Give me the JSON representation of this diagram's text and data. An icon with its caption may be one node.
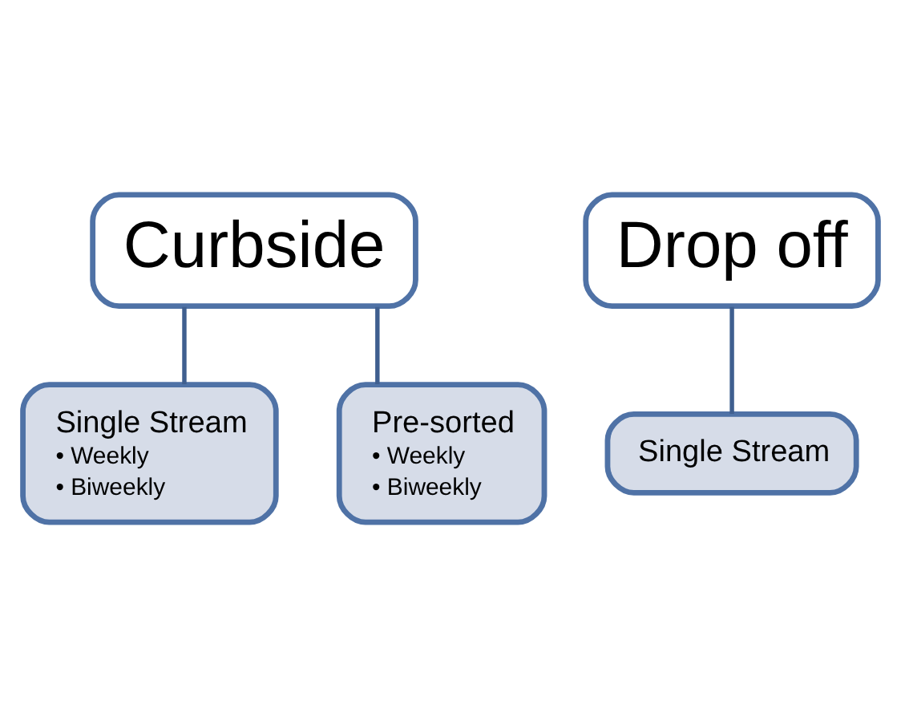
{
  "diagram": {
    "nodes": [
      {
        "text": [
          "Curbside"
        ]
      },
      {
        "text": [
          "Single Stream",
          "• Weekly",
          "• Biweekly"
        ]
      },
      {
        "text": [
          "Pre-sorted",
          "• Weekly",
          "• Biweekly"
        ]
      },
      {
        "text": [
          "Drop off"
        ]
      },
      {
        "text": [
          "Single Stream"
        ]
      }
    ],
    "edges": [
      {
        "from": 0,
        "to": 1,
        "arrow": "none"
      },
      {
        "from": 0,
        "to": 2,
        "arrow": "none"
      },
      {
        "from": 3,
        "to": 4,
        "arrow": "none"
      }
    ]
  }
}
